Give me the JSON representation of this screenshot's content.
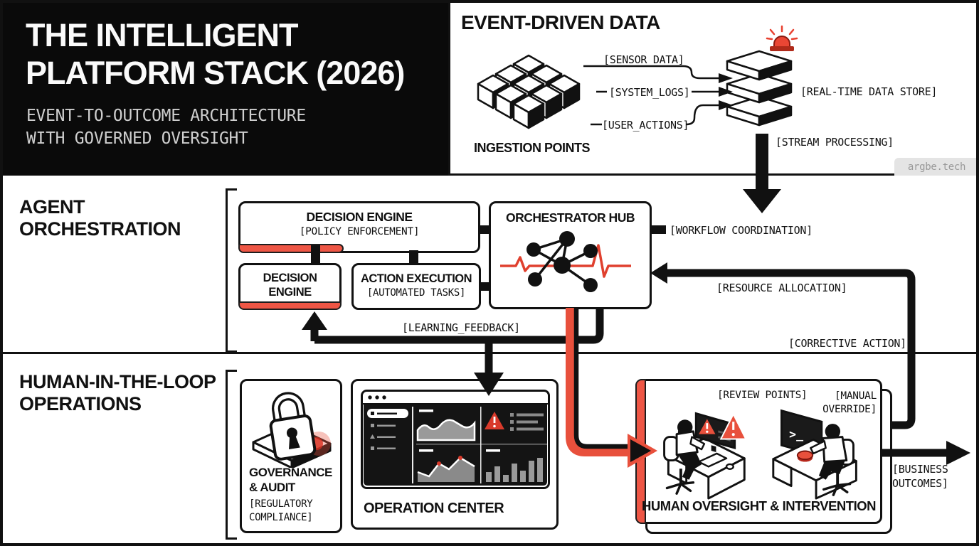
{
  "meta": {
    "watermark": "argbe.tech"
  },
  "colors": {
    "accent_red": "#e8503c",
    "siren_red": "#ea4634",
    "ink": "#111111",
    "header_bg": "#0a0a0a",
    "subtitle_gray": "#cfcfcf",
    "watermark_bg": "#e4e4e4",
    "watermark_text": "#999999"
  },
  "header": {
    "title_line1": "THE INTELLIGENT",
    "title_line2": "PLATFORM STACK (2026)",
    "subtitle_line1": "EVENT-TO-OUTCOME ARCHITECTURE",
    "subtitle_line2": "WITH GOVERNED OVERSIGHT"
  },
  "event_panel": {
    "title": "EVENT-DRIVEN DATA",
    "ingestion_label": "INGESTION POINTS",
    "stream_labels": {
      "sensor": "[SENSOR_DATA]",
      "system": "[SYSTEM_LOGS]",
      "user": "[USER_ACTIONS]"
    },
    "store_label": "[REAL-TIME DATA STORE]",
    "processing_label": "[STREAM PROCESSING]"
  },
  "orchestration": {
    "heading_line1": "AGENT",
    "heading_line2": "ORCHESTRATION",
    "decision_engine_main": {
      "title": "DECISION ENGINE",
      "subtitle": "[POLICY ENFORCEMENT]"
    },
    "decision_engine_small": {
      "title_line1": "DECISION",
      "title_line2": "ENGINE"
    },
    "action_execution": {
      "title": "ACTION EXECUTION",
      "subtitle": "[AUTOMATED TASKS]"
    },
    "orchestrator_hub": {
      "title": "ORCHESTRATOR HUB"
    },
    "labels": {
      "workflow": "[WORKFLOW COORDINATION]",
      "resource": "[RESOURCE ALLOCATION]",
      "corrective": "[CORRECTIVE ACTION]",
      "learning": "[LEARNING_FEEDBACK]"
    }
  },
  "operations": {
    "heading_line1": "HUMAN-IN-THE-LOOP",
    "heading_line2": "OPERATIONS",
    "governance": {
      "title_line1": "GOVERNANCE",
      "title_line2": "& AUDIT",
      "subtitle_line1": "[REGULATORY",
      "subtitle_line2": "COMPLIANCE]"
    },
    "operation_center": {
      "title": "OPERATION CENTER"
    },
    "oversight": {
      "title": "HUMAN OVERSIGHT & INTERVENTION",
      "review_label": "[REVIEW POINTS]",
      "manual_line1": "[MANUAL",
      "manual_line2": "OVERRIDE]"
    },
    "business_line1": "[BUSINESS",
    "business_line2": "OUTCOMES]"
  },
  "icons": {
    "terminal_glyph": ">_",
    "ingestion": "isometric-cube-grid",
    "data_store": "stacked-layers",
    "siren": "alert-siren",
    "hub": "network-graph-with-pulse",
    "governance": "padlock-on-platform",
    "operation_center": "dashboard-window",
    "analyst": "analyst-at-desk-with-alerts",
    "operator": "operator-at-desk-with-terminal"
  }
}
